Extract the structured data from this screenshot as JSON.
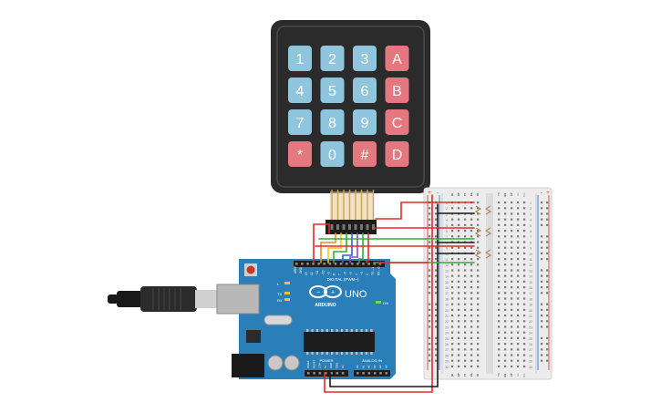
{
  "keypad": {
    "keys": [
      {
        "label": "1",
        "kind": "num"
      },
      {
        "label": "2",
        "kind": "num"
      },
      {
        "label": "3",
        "kind": "num"
      },
      {
        "label": "A",
        "kind": "func"
      },
      {
        "label": "4",
        "kind": "num"
      },
      {
        "label": "5",
        "kind": "num"
      },
      {
        "label": "6",
        "kind": "num"
      },
      {
        "label": "B",
        "kind": "func"
      },
      {
        "label": "7",
        "kind": "num"
      },
      {
        "label": "8",
        "kind": "num"
      },
      {
        "label": "9",
        "kind": "num"
      },
      {
        "label": "C",
        "kind": "func"
      },
      {
        "label": "*",
        "kind": "func"
      },
      {
        "label": "0",
        "kind": "num"
      },
      {
        "label": "#",
        "kind": "func"
      },
      {
        "label": "D",
        "kind": "func"
      }
    ],
    "colors": {
      "body": "#2b2b2b",
      "num": "#8fc5dd",
      "func": "#e4777f"
    }
  },
  "arduino": {
    "logo_text": "ARDUINO",
    "model": "UNO",
    "digital_label": "DIGITAL (PWM~)",
    "power_label": "POWER",
    "analog_label": "ANALOG IN",
    "aref_label": "AREF",
    "gnd_label": "GND",
    "tx_label": "TX",
    "rx_label": "RX",
    "l_label": "L",
    "on_label": "ON",
    "digital_pins": [
      "13",
      "12",
      "~11",
      "~10",
      "~9",
      "8",
      "7",
      "~6",
      "~5",
      "4",
      "~3",
      "2",
      "TX→1",
      "RX←0"
    ],
    "power_pins": [
      "IOREF",
      "RESET",
      "3.3V",
      "5V",
      "GND",
      "GND",
      "Vin"
    ],
    "analog_pins": [
      "A0",
      "A1",
      "A2",
      "A3",
      "A4",
      "A5"
    ],
    "colors": {
      "board": "#2a7fb8",
      "board_dark": "#1f6ea3",
      "header": "#1d1d1d"
    }
  },
  "breadboard": {
    "columns_left": [
      "a",
      "b",
      "c",
      "d",
      "e"
    ],
    "columns_right": [
      "f",
      "g",
      "h",
      "i",
      "j"
    ],
    "row_numbers": [
      "1",
      "2",
      "3",
      "4",
      "5",
      "6",
      "7",
      "8",
      "9",
      "10",
      "11",
      "12",
      "13",
      "14",
      "15",
      "16",
      "17",
      "18",
      "19",
      "20",
      "21",
      "22",
      "23",
      "24",
      "25",
      "26",
      "27",
      "28",
      "29",
      "30"
    ],
    "rail_plus": "+",
    "rail_minus": "-"
  },
  "wire_colors": {
    "red": "#e02b2b",
    "black": "#1a1a1a",
    "green": "#3aa83a",
    "orange": "#f08a1c",
    "yellow": "#f0c419",
    "purple": "#8a4fc1",
    "blue": "#2f5fd0"
  }
}
